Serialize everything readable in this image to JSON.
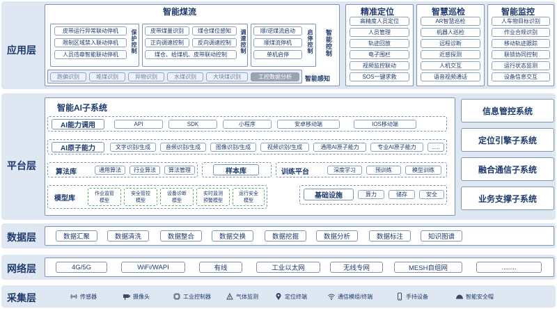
{
  "layers": {
    "app": "应用层",
    "platform": "平台层",
    "data": "数据层",
    "network": "网络层",
    "collect": "采集层"
  },
  "app": {
    "conveyor": {
      "title": "智能煤流",
      "protect": {
        "label": "保护控制",
        "items": [
          "皮带运行异常联动停机",
          "限制区域禁入联动停机",
          "人员违章智能联动停机"
        ]
      },
      "speed": {
        "label": "调速控制",
        "items": [
          "皮带煤量识别",
          "煤仓煤位感知",
          "正向调速控制",
          "反向调速控制",
          "煤仓、给煤机、皮带联动控制"
        ]
      },
      "startstop": {
        "label": "启停控制",
        "items": [
          "顺/逆煤流启动",
          "顺煤流停机",
          "单机启停"
        ]
      },
      "smart_label": "智能控制",
      "sense_label": "智能感知",
      "sense_items": [
        "跑偏识别",
        "堆煤识别",
        "异物识别",
        "水煤识别",
        "大块煤识别",
        "工控数据分析"
      ]
    },
    "locate": {
      "title": "精准定位",
      "items": [
        "高精度人员定位",
        "人员管理",
        "轨迹回放",
        "电子围栏",
        "视频监控联动",
        "SOS一键求救"
      ]
    },
    "patrol": {
      "title": "智慧巡检",
      "items": [
        "AR智慧巡检",
        "机器人巡检",
        "远程诊断",
        "近感探测",
        "人机交互",
        "语音视频通话"
      ]
    },
    "monitor": {
      "title": "智能监控",
      "items": [
        "人车物目标识别",
        "作业合规识别",
        "移动轨迹跟踪",
        "联锁协同控制",
        "运行状态监测",
        "设备信息交互"
      ]
    }
  },
  "platform": {
    "title": "智能AI子系统",
    "ai_call": {
      "label": "AI能力调用",
      "items": [
        "API",
        "SDK",
        "小程序",
        "安卓移动端",
        "IOS移动端"
      ]
    },
    "ai_atom": {
      "label": "AI原子能力",
      "items": [
        "文字识别/生成",
        "音频识别/生成",
        "图像识别/生成",
        "视频识别/生成",
        "通用AI原子能力",
        "专业AI原子能力",
        "....."
      ]
    },
    "algo": {
      "label": "算法库",
      "items": [
        "通用算法",
        "行业算法",
        "算法管理"
      ]
    },
    "sample": "样本库",
    "train": {
      "label": "训练平台",
      "items": [
        "深度学习",
        "预训练",
        "模型训练"
      ]
    },
    "model": {
      "label": "模型库",
      "items": [
        "作业监管\n模型",
        "安全管控\n模型",
        "设备诊断\n模型",
        "实时监测\n预警模型",
        "运行安全\n模型"
      ]
    },
    "infra": {
      "label": "基础设施",
      "items": [
        "算力",
        "储存",
        "安全"
      ]
    },
    "side": [
      "信息管控系统",
      "定位引擎子系统",
      "融合通信子系统",
      "业务支撑子系统"
    ]
  },
  "data_items": [
    "数据汇聚",
    "数据清洗",
    "数据整合",
    "数据交换",
    "数据挖掘",
    "数据分析",
    "数据标注",
    "知识图谱"
  ],
  "network_items": [
    "4G/5G",
    "WiFi/WAPI",
    "有线",
    "工业以太网",
    "无线专网",
    "MESH自组网",
    "........"
  ],
  "collect_items": [
    {
      "icon": "sensor-icon",
      "label": "传感器"
    },
    {
      "icon": "camera-icon",
      "label": "摄像头"
    },
    {
      "icon": "controller-icon",
      "label": "工业控制器"
    },
    {
      "icon": "gas-icon",
      "label": "气体监测"
    },
    {
      "icon": "locator-icon",
      "label": "定位终端"
    },
    {
      "icon": "comm-icon",
      "label": "通信模组/终端"
    },
    {
      "icon": "handheld-icon",
      "label": "手持设备"
    },
    {
      "icon": "helmet-icon",
      "label": "智能安全帽"
    }
  ],
  "colors": {
    "frame_bg": "#dfe7f2",
    "accent": "#1f3b6e",
    "border": "#7f93b5",
    "green": "#5db25d"
  }
}
